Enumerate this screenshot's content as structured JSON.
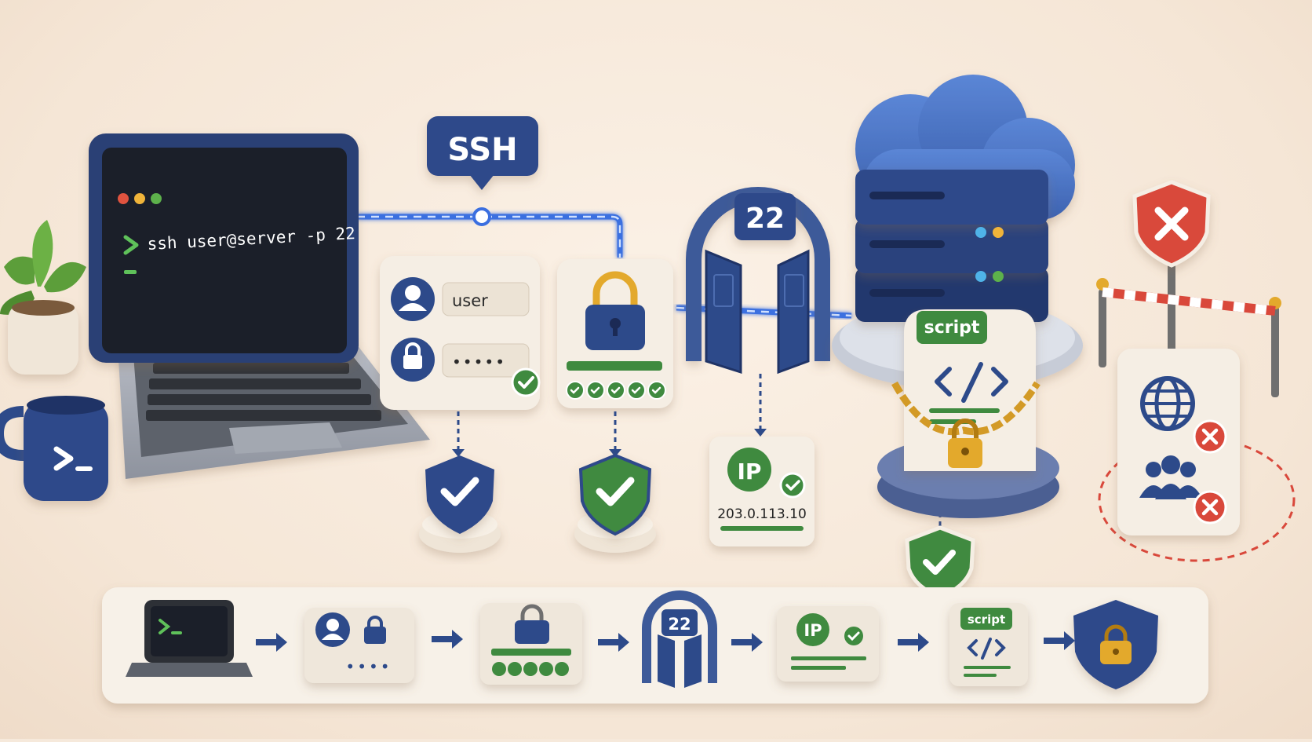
{
  "badges": {
    "protocol": "SSH",
    "port": "22",
    "script": "script",
    "ip": "IP"
  },
  "terminal": {
    "command": "ssh user@server -p 22"
  },
  "login": {
    "username": "user",
    "password_mask": "•••••"
  },
  "ip_card": {
    "address": "203.0.113.10"
  },
  "flow": {
    "port": "22",
    "ip": "IP",
    "script": "script",
    "password_mask": "••••"
  },
  "colors": {
    "navy": "#2d4a8a",
    "dark_navy": "#1f3366",
    "green": "#3f8a3f",
    "red": "#d9483b",
    "gold": "#e3a92c",
    "connection": "#3b6fe0",
    "card": "#f5eee4"
  }
}
